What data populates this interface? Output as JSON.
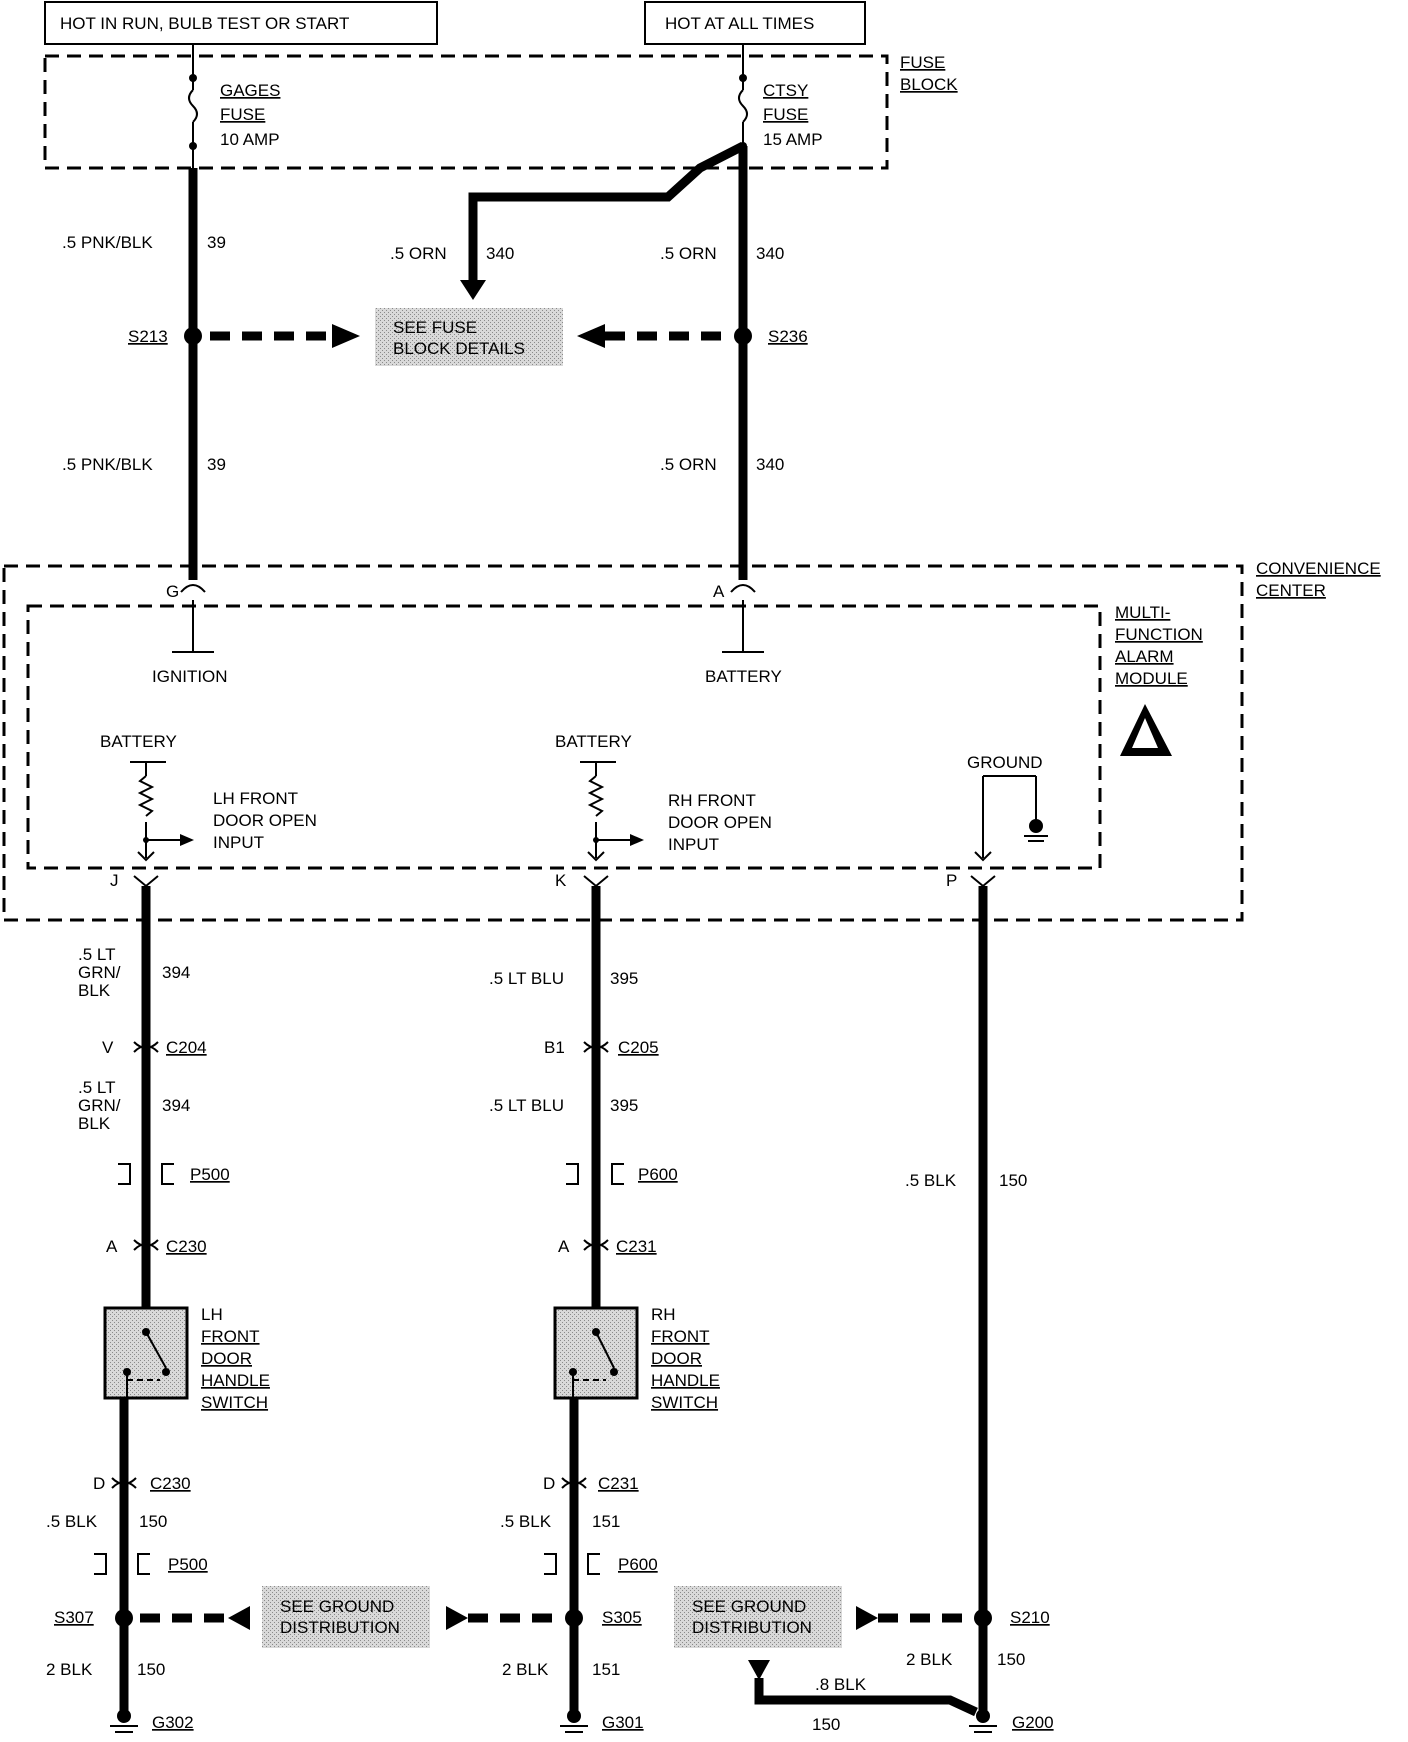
{
  "power_boxes": {
    "run": "HOT IN RUN, BULB TEST OR START",
    "always": "HOT AT ALL TIMES"
  },
  "fuse_block": {
    "label_line1": "FUSE",
    "label_line2": "BLOCK",
    "gages_fuse": [
      "GAGES",
      "FUSE",
      "10 AMP"
    ],
    "ctsy_fuse": [
      "CTSY",
      "FUSE",
      "15 AMP"
    ]
  },
  "see_fuse": [
    "SEE FUSE",
    "BLOCK DETAILS"
  ],
  "wires": {
    "w39_a_color": ".5 PNK/BLK",
    "w39_a_num": "39",
    "w39_b_color": ".5 PNK/BLK",
    "w39_b_num": "39",
    "w340_a_color": ".5 ORN",
    "w340_a_num": "340",
    "w340_b_color": ".5 ORN",
    "w340_b_num": "340",
    "w340_c_color": ".5 ORN",
    "w340_c_num": "340",
    "w394_a_color": [
      ".5 LT",
      "GRN/",
      "BLK"
    ],
    "w394_a_num": "394",
    "w394_b_color": [
      ".5 LT",
      "GRN/",
      "BLK"
    ],
    "w394_b_num": "394",
    "w395_a_color": ".5 LT BLU",
    "w395_a_num": "395",
    "w395_b_color": ".5 LT BLU",
    "w395_b_num": "395",
    "w150_p_color": ".5 BLK",
    "w150_p_num": "150",
    "w150_lh_color": ".5 BLK",
    "w150_lh_num": "150",
    "w151_rh_color": ".5 BLK",
    "w151_rh_num": "151",
    "g302_color": "2 BLK",
    "g302_num": "150",
    "g301_color": "2 BLK",
    "g301_num": "151",
    "g200_color": "2 BLK",
    "g200_num": "150",
    "g200_b_color": ".8 BLK",
    "g200_b_num": "150"
  },
  "splices": {
    "s213": "S213",
    "s236": "S236",
    "s307": "S307",
    "s305": "S305",
    "s210": "S210"
  },
  "convenience": {
    "label_line1": "CONVENIENCE",
    "label_line2": "CENTER",
    "module": [
      "MULTI-",
      "FUNCTION",
      "ALARM",
      "MODULE"
    ],
    "pin_g": "G",
    "pin_a": "A",
    "pin_j": "J",
    "pin_k": "K",
    "pin_p": "P",
    "ignition": "IGNITION",
    "battery_top": "BATTERY",
    "battery_lh": "BATTERY",
    "battery_rh": "BATTERY",
    "ground": "GROUND",
    "lh_input": [
      "LH FRONT",
      "DOOR OPEN",
      "INPUT"
    ],
    "rh_input": [
      "RH FRONT",
      "DOOR OPEN",
      "INPUT"
    ]
  },
  "connectors": {
    "c204_pin": "V",
    "c204": "C204",
    "c205_pin": "B1",
    "c205": "C205",
    "p500": "P500",
    "p600": "P600",
    "c230a_pin": "A",
    "c230a": "C230",
    "c231a_pin": "A",
    "c231a": "C231",
    "c230d_pin": "D",
    "c230d": "C230",
    "c231d_pin": "D",
    "c231d": "C231",
    "p500b": "P500",
    "p600b": "P600"
  },
  "switches": {
    "lh": [
      "LH",
      "FRONT",
      "DOOR",
      "HANDLE",
      "SWITCH"
    ],
    "rh": [
      "RH",
      "FRONT",
      "DOOR",
      "HANDLE",
      "SWITCH"
    ]
  },
  "ground_dist": {
    "left": [
      "SEE GROUND",
      "DISTRIBUTION"
    ],
    "right": [
      "SEE GROUND",
      "DISTRIBUTION"
    ]
  },
  "grounds": {
    "g302": "G302",
    "g301": "G301",
    "g200": "G200"
  }
}
